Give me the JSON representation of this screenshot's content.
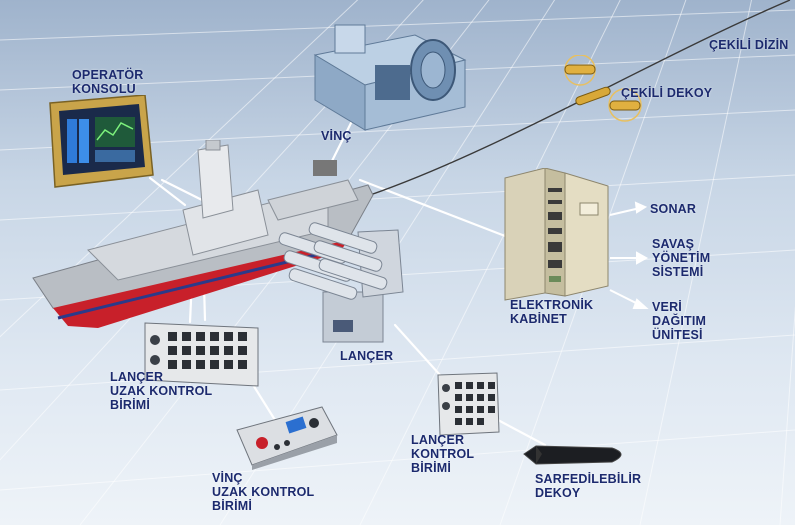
{
  "labels": {
    "operator_console": [
      "OPERATÖR",
      "KONSOLU"
    ],
    "winch": [
      "VİNÇ"
    ],
    "towed_array": [
      "ÇEKİLİ DİZİN"
    ],
    "towed_decoy": [
      "ÇEKİLİ DEKOY"
    ],
    "sonar": [
      "SONAR"
    ],
    "combat_system": [
      "SAVAŞ",
      "YÖNETİM",
      "SİSTEMİ"
    ],
    "data_distribution": [
      "VERİ",
      "DAĞITIM",
      "ÜNİTESİ"
    ],
    "electronic_cabinet": [
      "ELEKTRONİK",
      "KABİNET"
    ],
    "launcher": [
      "LANÇER"
    ],
    "launcher_remote_control": [
      "LANÇER",
      "UZAK KONTROL",
      "BİRİMİ"
    ],
    "launcher_control": [
      "LANÇER",
      "KONTROL",
      "BİRİMİ"
    ],
    "winch_remote_control": [
      "VİNÇ",
      "UZAK KONTROL",
      "BİRİMİ"
    ],
    "expendable_decoy": [
      "SARFEDİLEBİLİR",
      "DEKOY"
    ]
  },
  "colors": {
    "label": "#1c2a6e",
    "background_top": "#9fb3cc",
    "background_bottom": "#eef3f8",
    "ship_hull": "#b9bec4",
    "ship_waterline": "#c8202a",
    "cabinet": "#d9d2b8"
  },
  "icons": [
    "operator-console-icon",
    "winch-icon",
    "ship-icon",
    "launcher-icon",
    "cabinet-icon",
    "control-panel-icon",
    "decoy-icon"
  ]
}
